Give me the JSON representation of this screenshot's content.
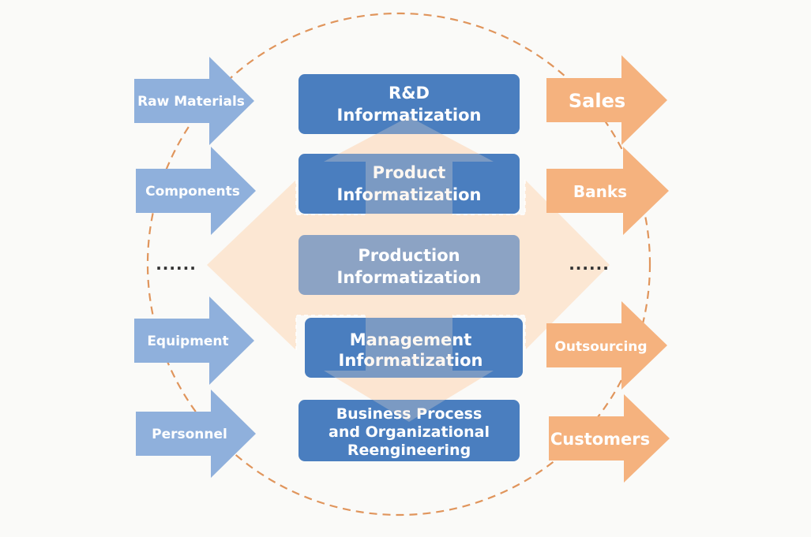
{
  "diagram": {
    "inputs": [
      {
        "label": "Raw Materials"
      },
      {
        "label": "Components"
      },
      {
        "label": "......"
      },
      {
        "label": "Equipment"
      },
      {
        "label": "Personnel"
      }
    ],
    "layers": [
      {
        "lines": [
          "R&D",
          "Informatization"
        ]
      },
      {
        "lines": [
          "Product",
          "Informatization"
        ]
      },
      {
        "lines": [
          "Production",
          "Informatization"
        ]
      },
      {
        "lines": [
          "Management",
          "Informatization"
        ]
      },
      {
        "lines": [
          "Business Process",
          "and Organizational",
          "Reengineering"
        ]
      }
    ],
    "outputs": [
      {
        "label": "Sales"
      },
      {
        "label": "Banks"
      },
      {
        "label": "......"
      },
      {
        "label": "Outsourcing"
      },
      {
        "label": "Customers"
      }
    ],
    "colors": {
      "input_arrow": "#8fb0dc",
      "output_arrow": "#f5b27e",
      "layer_box": "#4a7ebf",
      "production_box": "#8ca3c4",
      "center_shape": "#fbe3cc",
      "circle": "#e0955c",
      "background": "#fafaf8"
    }
  }
}
